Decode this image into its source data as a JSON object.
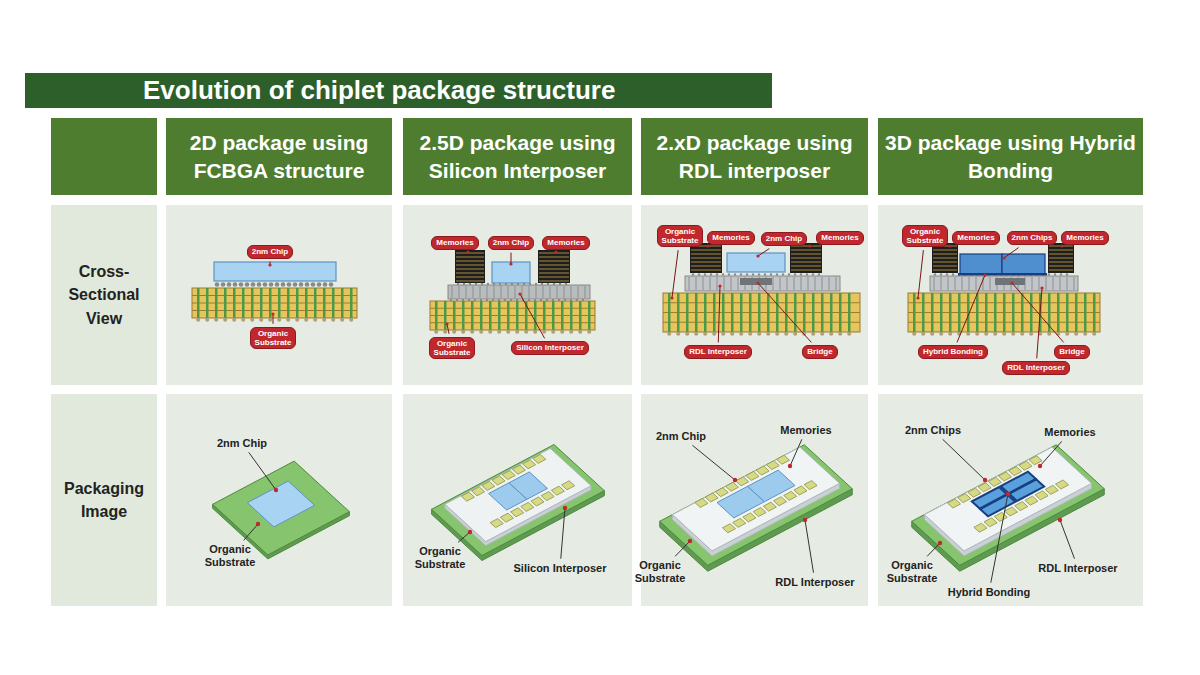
{
  "diagram": {
    "title": "Evolution of chiplet package structure",
    "nodes": [
      {
        "text": [
          "2nm Chip"
        ]
      },
      {
        "text": [
          "Organic Substrate"
        ]
      },
      {
        "text": [
          "Memories"
        ]
      },
      {
        "text": [
          "2nm Chip"
        ]
      },
      {
        "text": [
          "Memories"
        ]
      },
      {
        "text": [
          "Organic Substrate"
        ]
      },
      {
        "text": [
          "Silicon Interposer"
        ]
      },
      {
        "text": [
          "Organic Substrate"
        ]
      },
      {
        "text": [
          "Memories"
        ]
      },
      {
        "text": [
          "2nm Chip"
        ]
      },
      {
        "text": [
          "Memories"
        ]
      },
      {
        "text": [
          "RDL Interposer"
        ]
      },
      {
        "text": [
          "Bridge"
        ]
      },
      {
        "text": [
          "Organic Substrate"
        ]
      },
      {
        "text": [
          "Memories"
        ]
      },
      {
        "text": [
          "2nm Chips"
        ]
      },
      {
        "text": [
          "Memories"
        ]
      },
      {
        "text": [
          "Hybrid Bonding"
        ]
      },
      {
        "text": [
          "Bridge"
        ]
      },
      {
        "text": [
          "RDL Interposer"
        ]
      }
    ],
    "labels": [
      "2D package using FCBGA structure",
      "2.5D package using Silicon Interposer",
      "2.xD package using RDL interposer",
      "3D package using Hybrid Bonding",
      "Cross-Sectional View",
      "Packaging Image",
      "2nm Chip",
      "Organic Substrate",
      "Organic Substrate",
      "Silicon Interposer",
      "2nm Chip",
      "Memories",
      "Organic Substrate",
      "RDL Interposer",
      "2nm Chips",
      "Memories",
      "Organic Substrate",
      "Hybrid Bonding",
      "RDL Interposer"
    ]
  }
}
